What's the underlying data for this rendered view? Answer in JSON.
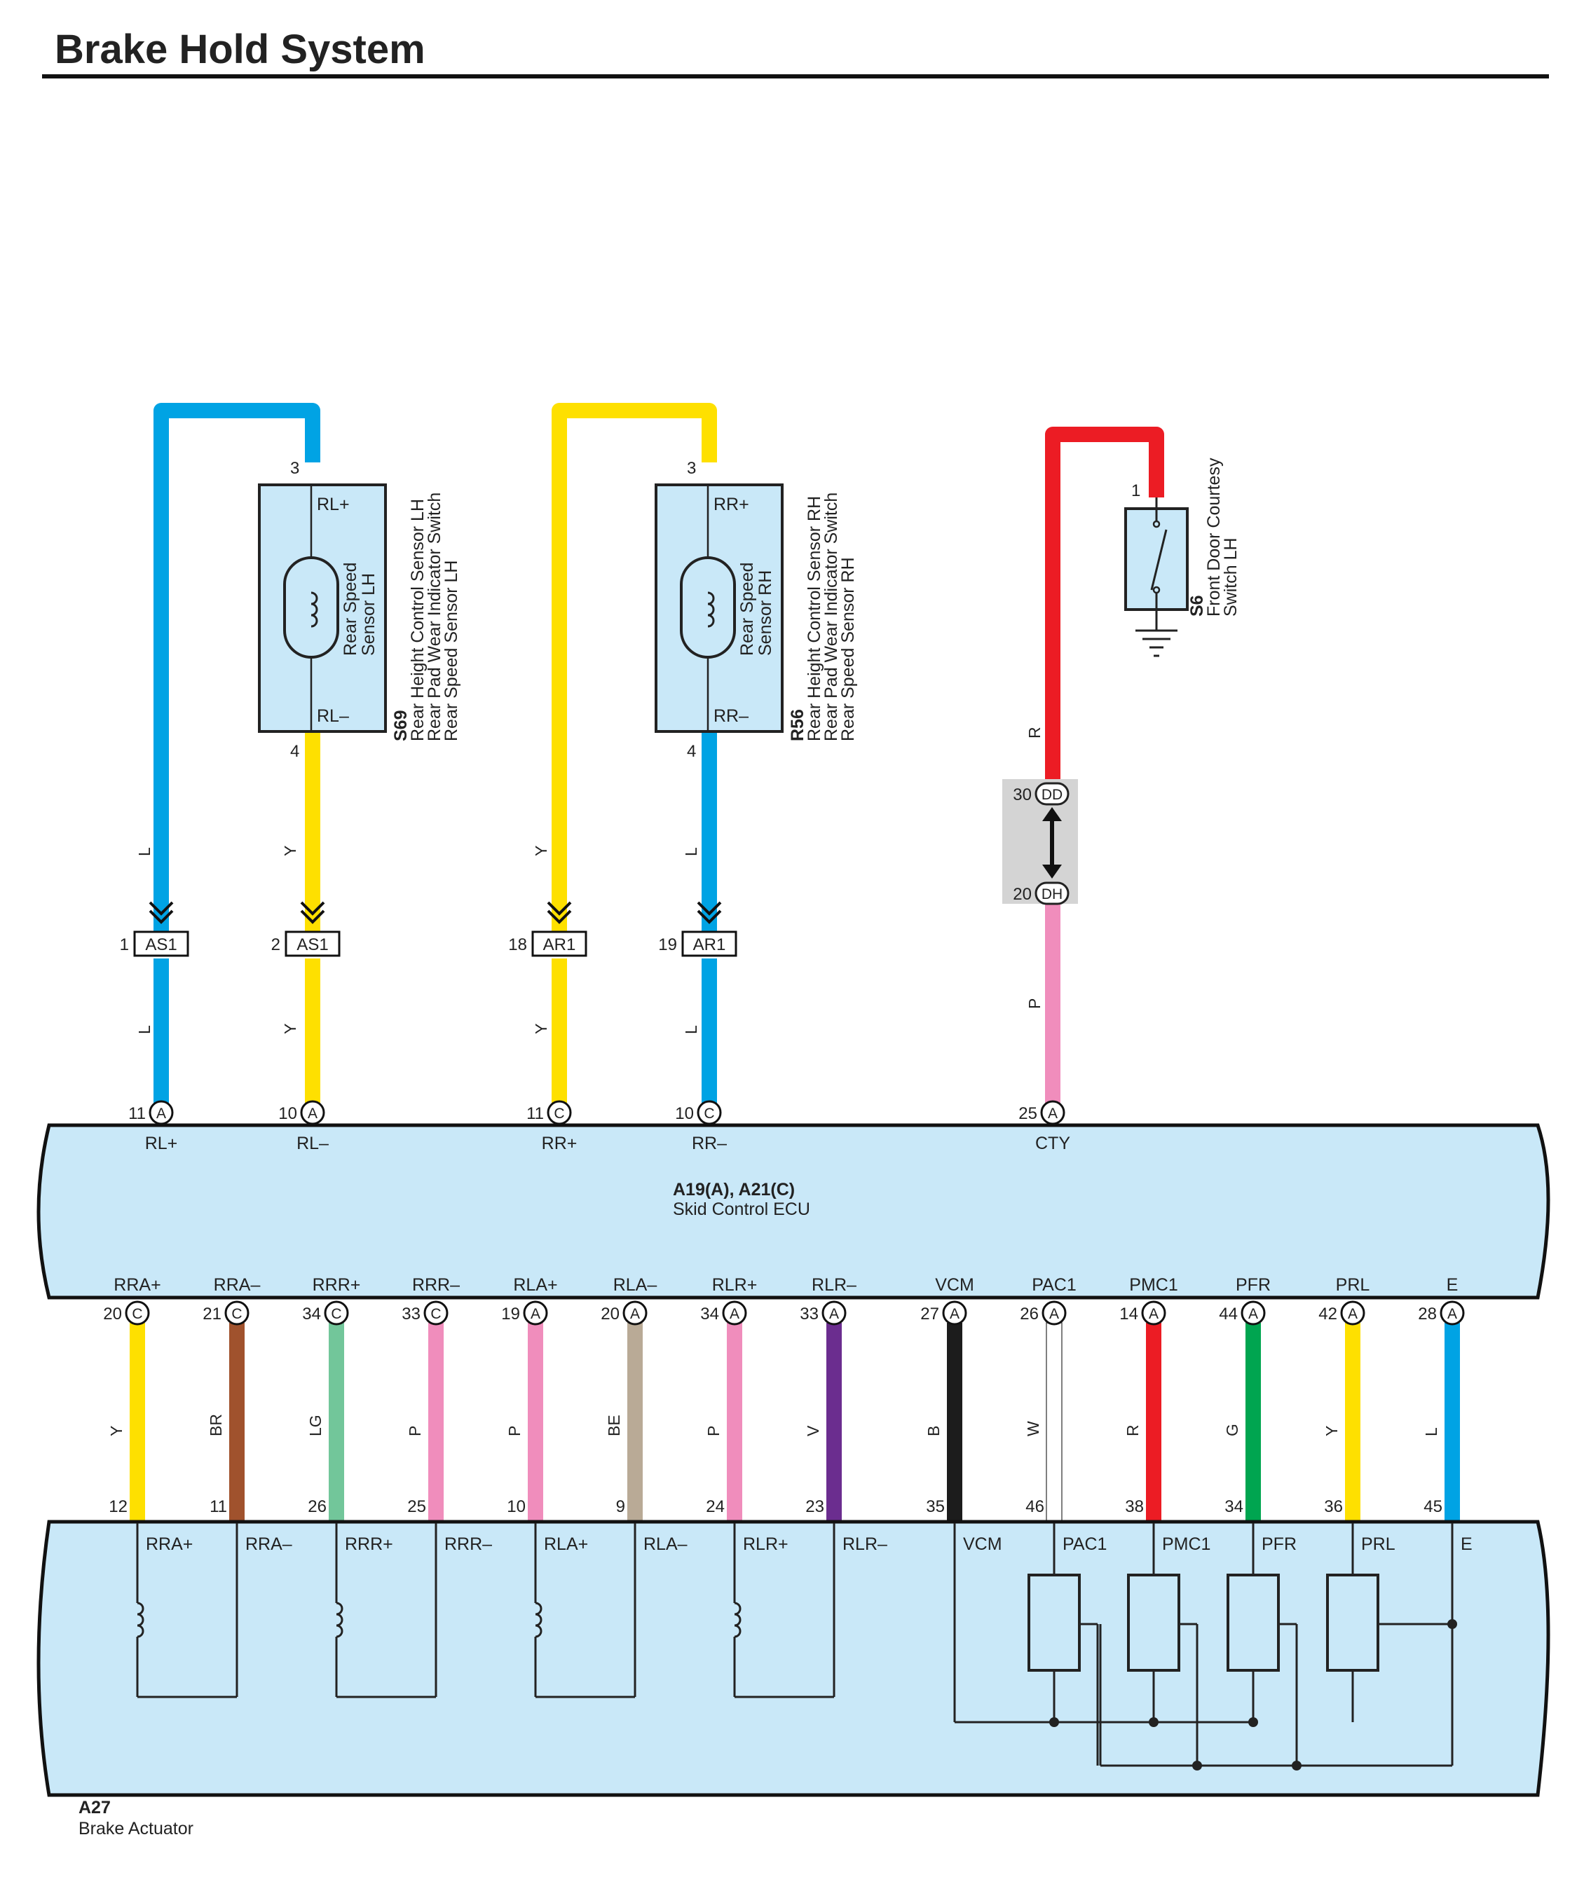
{
  "title": "Brake Hold System",
  "colors": {
    "L": "#00a3e4",
    "Y": "#fee000",
    "R": "#ec1c24",
    "P": "#f08dbc",
    "BR": "#a0522d",
    "LG": "#72c69a",
    "BE": "#b9aa96",
    "V": "#6b2d8f",
    "B": "#1c1c1c",
    "W": "#ffffff",
    "G": "#00a550",
    "component_fill": "#c9e8f8",
    "junction_fill": "#d4d4d4"
  },
  "sensor_lh": {
    "id": "S69",
    "name_lines": [
      "Rear Height Control Sensor LH",
      "Rear Pad Wear Indicator Switch",
      "Rear Speed Sensor LH"
    ],
    "inner_lines": [
      "Rear Speed",
      "Sensor LH"
    ],
    "term_top": "RL+",
    "term_bottom": "RL–",
    "pin_top": "3",
    "pin_bottom": "4"
  },
  "sensor_rh": {
    "id": "R56",
    "name_lines": [
      "Rear Height Control Sensor RH",
      "Rear Pad Wear Indicator Switch",
      "Rear Speed Sensor RH"
    ],
    "inner_lines": [
      "Rear Speed",
      "Sensor RH"
    ],
    "term_top": "RR+",
    "term_bottom": "RR–",
    "pin_top": "3",
    "pin_bottom": "4"
  },
  "door_switch": {
    "id": "S6",
    "name_lines": [
      "Front Door Courtesy",
      "Switch LH"
    ],
    "pin": "1"
  },
  "junction": {
    "top_pin": "30",
    "top_conn": "DD",
    "bottom_pin": "20",
    "bottom_conn": "DH"
  },
  "inline_connectors": [
    {
      "pin": "1",
      "name": "AS1"
    },
    {
      "pin": "2",
      "name": "AS1"
    },
    {
      "pin": "18",
      "name": "AR1"
    },
    {
      "pin": "19",
      "name": "AR1"
    }
  ],
  "upper_wires": [
    {
      "code_top": "L",
      "code_bottom": "L",
      "color": "L"
    },
    {
      "code_top": "Y",
      "code_bottom": "Y",
      "color": "Y"
    },
    {
      "code_top": "Y",
      "code_bottom": "Y",
      "color": "Y"
    },
    {
      "code_top": "L",
      "code_bottom": "L",
      "color": "L"
    },
    {
      "code_top": "R",
      "code_bottom": "P",
      "color": "R",
      "color_bottom": "P"
    }
  ],
  "ecu": {
    "connectors": "A19(A), A21(C)",
    "name": "Skid Control ECU",
    "top_terminals": [
      {
        "pin": "11",
        "conn": "A",
        "label": "RL+"
      },
      {
        "pin": "10",
        "conn": "A",
        "label": "RL–"
      },
      {
        "pin": "11",
        "conn": "C",
        "label": "RR+"
      },
      {
        "pin": "10",
        "conn": "C",
        "label": "RR–"
      },
      {
        "pin": "25",
        "conn": "A",
        "label": "CTY"
      }
    ],
    "bottom_terminals": [
      {
        "pin": "20",
        "conn": "C",
        "label": "RRA+"
      },
      {
        "pin": "21",
        "conn": "C",
        "label": "RRA–"
      },
      {
        "pin": "34",
        "conn": "C",
        "label": "RRR+"
      },
      {
        "pin": "33",
        "conn": "C",
        "label": "RRR–"
      },
      {
        "pin": "19",
        "conn": "A",
        "label": "RLA+"
      },
      {
        "pin": "20",
        "conn": "A",
        "label": "RLA–"
      },
      {
        "pin": "34",
        "conn": "A",
        "label": "RLR+"
      },
      {
        "pin": "33",
        "conn": "A",
        "label": "RLR–"
      },
      {
        "pin": "27",
        "conn": "A",
        "label": "VCM"
      },
      {
        "pin": "26",
        "conn": "A",
        "label": "PAC1"
      },
      {
        "pin": "14",
        "conn": "A",
        "label": "PMC1"
      },
      {
        "pin": "44",
        "conn": "A",
        "label": "PFR"
      },
      {
        "pin": "42",
        "conn": "A",
        "label": "PRL"
      },
      {
        "pin": "28",
        "conn": "A",
        "label": "E"
      }
    ]
  },
  "lower_wires": [
    {
      "code": "Y",
      "color": "Y",
      "act_pin": "12"
    },
    {
      "code": "BR",
      "color": "BR",
      "act_pin": "11"
    },
    {
      "code": "LG",
      "color": "LG",
      "act_pin": "26"
    },
    {
      "code": "P",
      "color": "P",
      "act_pin": "25"
    },
    {
      "code": "P",
      "color": "P",
      "act_pin": "10"
    },
    {
      "code": "BE",
      "color": "BE",
      "act_pin": "9"
    },
    {
      "code": "P",
      "color": "P",
      "act_pin": "24"
    },
    {
      "code": "V",
      "color": "V",
      "act_pin": "23"
    },
    {
      "code": "B",
      "color": "B",
      "act_pin": "35"
    },
    {
      "code": "W",
      "color": "W",
      "act_pin": "46"
    },
    {
      "code": "R",
      "color": "R",
      "act_pin": "38"
    },
    {
      "code": "G",
      "color": "G",
      "act_pin": "34"
    },
    {
      "code": "Y",
      "color": "Y",
      "act_pin": "36"
    },
    {
      "code": "L",
      "color": "L",
      "act_pin": "45"
    }
  ],
  "actuator": {
    "id": "A27",
    "name": "Brake Actuator",
    "labels": [
      "RRA+",
      "RRA–",
      "RRR+",
      "RRR–",
      "RLA+",
      "RLA–",
      "RLR+",
      "RLR–",
      "VCM",
      "PAC1",
      "PMC1",
      "PFR",
      "PRL",
      "E"
    ]
  }
}
